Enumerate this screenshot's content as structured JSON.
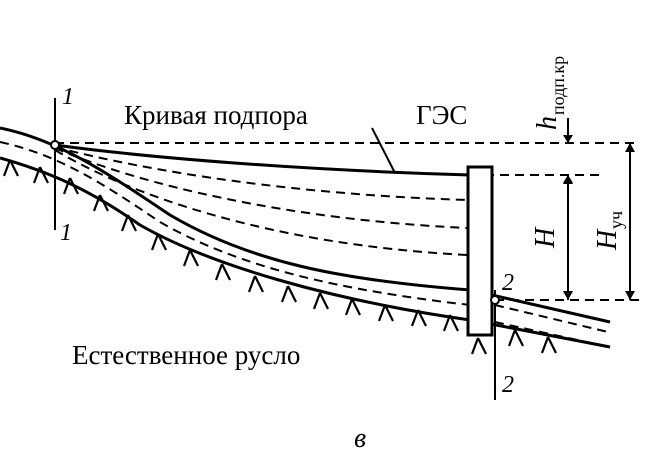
{
  "labels": {
    "backwater_curve": "Кривая подпора",
    "hpp": "ГЭС",
    "natural_channel": "Естественное русло",
    "section_1_top": "1",
    "section_1_bottom": "1",
    "section_2_top": "2",
    "section_2_bottom": "2",
    "head_H": "H",
    "head_H_uch_main": "H",
    "head_H_uch_sub": "уч",
    "h_podp_main": "h",
    "h_podp_sub": "подп.кр",
    "figure_letter": "в"
  },
  "colors": {
    "ink": "#000000",
    "paper": "#ffffff"
  }
}
